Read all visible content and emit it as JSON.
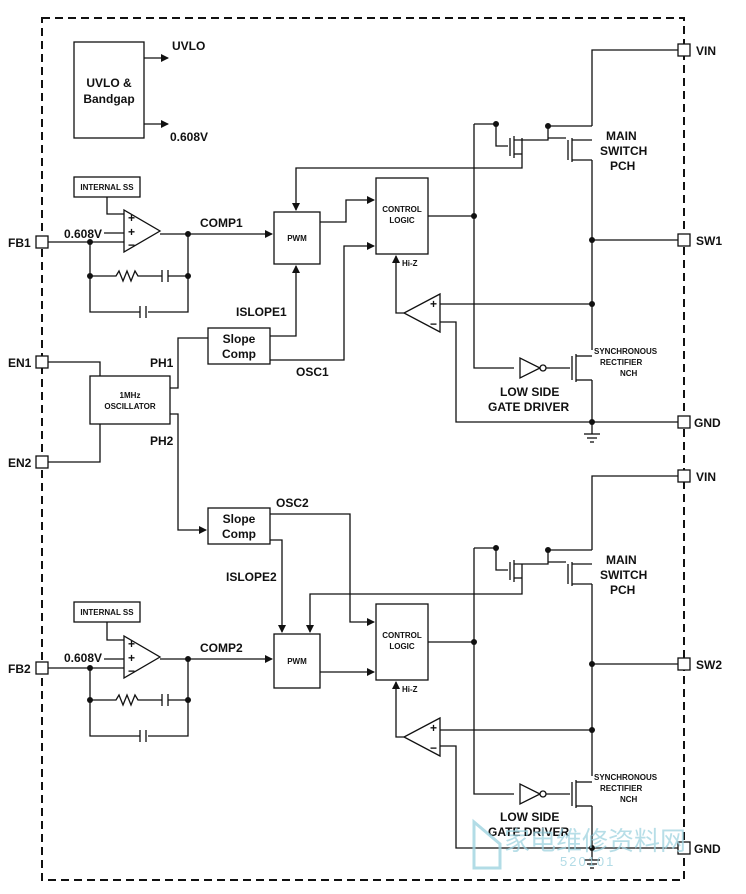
{
  "uvlo": {
    "block": [
      "UVLO &",
      "Bandgap"
    ],
    "out_uvlo": "UVLO",
    "out_ref": "0.608V"
  },
  "pins": {
    "fb1": "FB1",
    "en1": "EN1",
    "en2": "EN2",
    "fb2": "FB2",
    "vin1": "VIN",
    "sw1": "SW1",
    "gnd1": "GND",
    "vin2": "VIN",
    "sw2": "SW2",
    "gnd2": "GND"
  },
  "oscillator": {
    "block": [
      "1MHz",
      "OSCILLATOR"
    ],
    "ph1": "PH1",
    "ph2": "PH2"
  },
  "ch1": {
    "internal_ss": "INTERNAL SS",
    "ref": "0.608V",
    "comp": "COMP1",
    "pwm": "PWM",
    "control_logic": [
      "CONTROL",
      "LOGIC"
    ],
    "hiz": "Hi-Z",
    "slope_comp": [
      "Slope",
      "Comp"
    ],
    "islope": "ISLOPE1",
    "osc": "OSC1",
    "main_switch": [
      "MAIN",
      "SWITCH",
      "PCH"
    ],
    "sync_rect": [
      "SYNCHRONOUS",
      "RECTIFIER",
      "NCH"
    ],
    "low_side": [
      "LOW SIDE",
      "GATE DRIVER"
    ]
  },
  "ch2": {
    "internal_ss": "INTERNAL SS",
    "ref": "0.608V",
    "comp": "COMP2",
    "pwm": "PWM",
    "control_logic": [
      "CONTROL",
      "LOGIC"
    ],
    "hiz": "Hi-Z",
    "slope_comp": [
      "Slope",
      "Comp"
    ],
    "islope": "ISLOPE2",
    "osc": "OSC2",
    "main_switch": [
      "MAIN",
      "SWITCH",
      "PCH"
    ],
    "sync_rect": [
      "SYNCHRONOUS",
      "RECTIFIER",
      "NCH"
    ],
    "low_side": [
      "LOW SIDE",
      "GATE DRIVER"
    ]
  },
  "watermark": {
    "text": "家电维修资料网",
    "sub": "520101"
  }
}
